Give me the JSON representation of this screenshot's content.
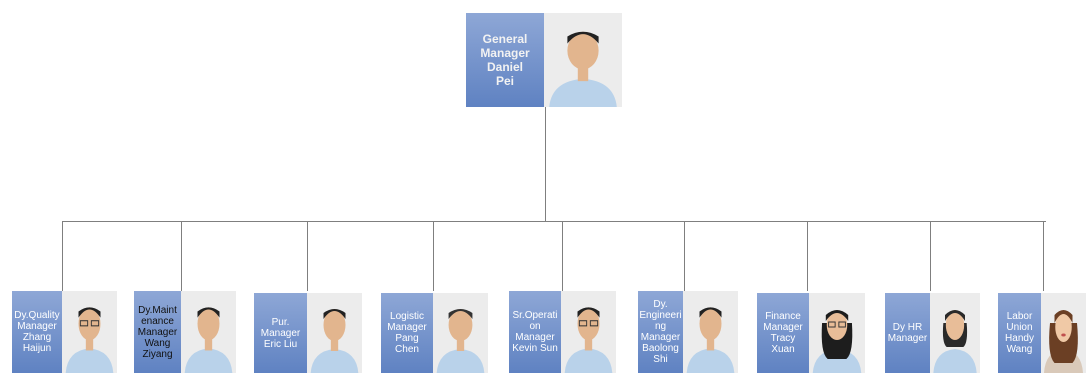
{
  "general_manager": {
    "label": "General\nManager\nDaniel\nPei",
    "photo_icon": "person-photo-icon"
  },
  "managers": [
    {
      "id": "quality",
      "label": "Dy.Quality\nManager\nZhang\nHaijun"
    },
    {
      "id": "maintenance",
      "label": "Dy.Maint\nenance\nManager\nWang\nZiyang"
    },
    {
      "id": "purchase",
      "label": "Pur.\nManager\nEric Liu"
    },
    {
      "id": "logistic",
      "label": "Logistic\nManager\nPang\nChen"
    },
    {
      "id": "operation",
      "label": "Sr.Operati\non\nManager\nKevin Sun"
    },
    {
      "id": "engineering",
      "label": "Dy.\nEngineeri\nng\nManager\nBaolong\nShi"
    },
    {
      "id": "finance",
      "label": "Finance\nManager\nTracy\nXuan"
    },
    {
      "id": "hr",
      "label": "Dy HR\nManager"
    },
    {
      "id": "labor",
      "label": "Labor\nUnion\nHandy\nWang"
    }
  ],
  "colors": {
    "box": "#6b8cc7",
    "line": "#7f7f7f",
    "shirt": "#b9d2ea",
    "skin": "#e2b58e"
  }
}
